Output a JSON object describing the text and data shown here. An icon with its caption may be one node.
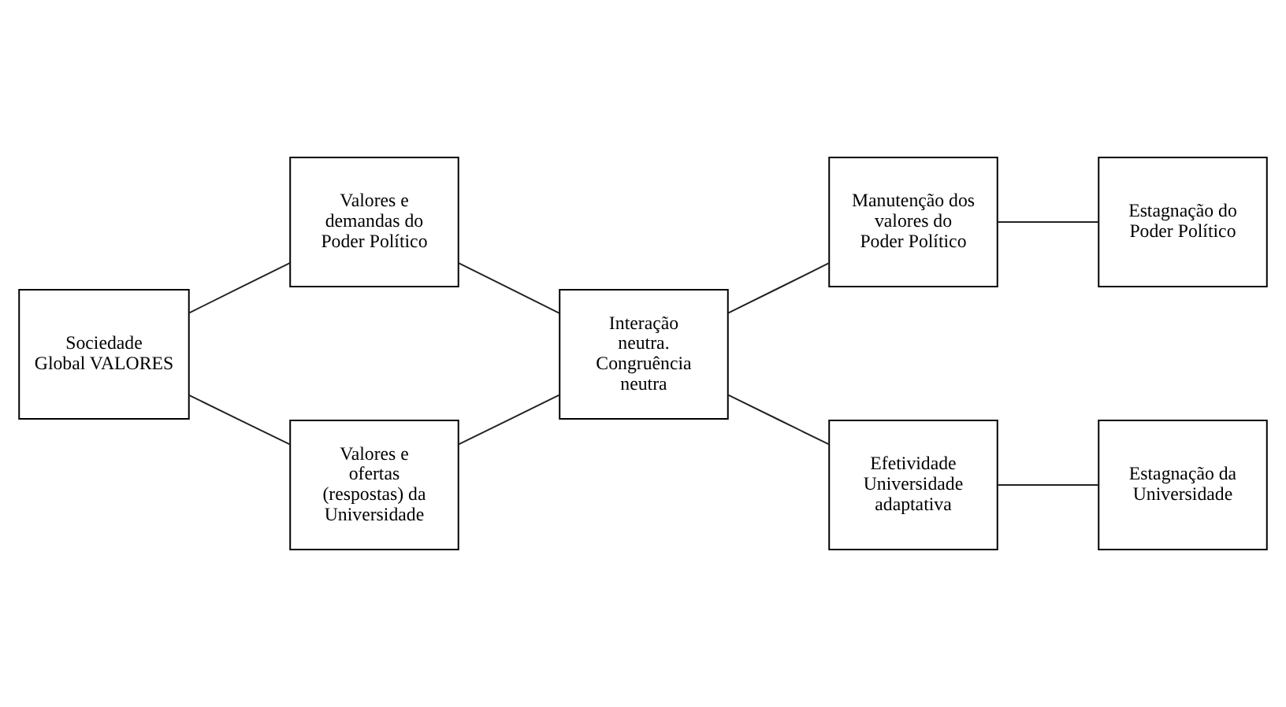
{
  "diagram": {
    "nodes": [
      {
        "text": [
          "Sociedade Global VALORES"
        ]
      },
      {
        "text": [
          "Valores e demandas do Poder Político"
        ]
      },
      {
        "text": [
          "Valores e ofertas (respostas) da Universidade"
        ]
      },
      {
        "text": [
          "Interação neutra. Congruência neutra"
        ]
      },
      {
        "text": [
          "Manutenção dos valores do Poder Político"
        ]
      },
      {
        "text": [
          "Estagnação do Poder Político"
        ]
      },
      {
        "text": [
          "Efetividade Universidade adaptativa"
        ]
      },
      {
        "text": [
          "Estagnação da Universidade"
        ]
      }
    ],
    "edges": [
      {
        "from": 0,
        "to": 1,
        "arrow": "none"
      },
      {
        "from": 0,
        "to": 2,
        "arrow": "none"
      },
      {
        "from": 1,
        "to": 3,
        "arrow": "none"
      },
      {
        "from": 2,
        "to": 3,
        "arrow": "none"
      },
      {
        "from": 3,
        "to": 4,
        "arrow": "none"
      },
      {
        "from": 3,
        "to": 6,
        "arrow": "none"
      },
      {
        "from": 4,
        "to": 5,
        "arrow": "none"
      },
      {
        "from": 6,
        "to": 7,
        "arrow": "none"
      }
    ]
  }
}
